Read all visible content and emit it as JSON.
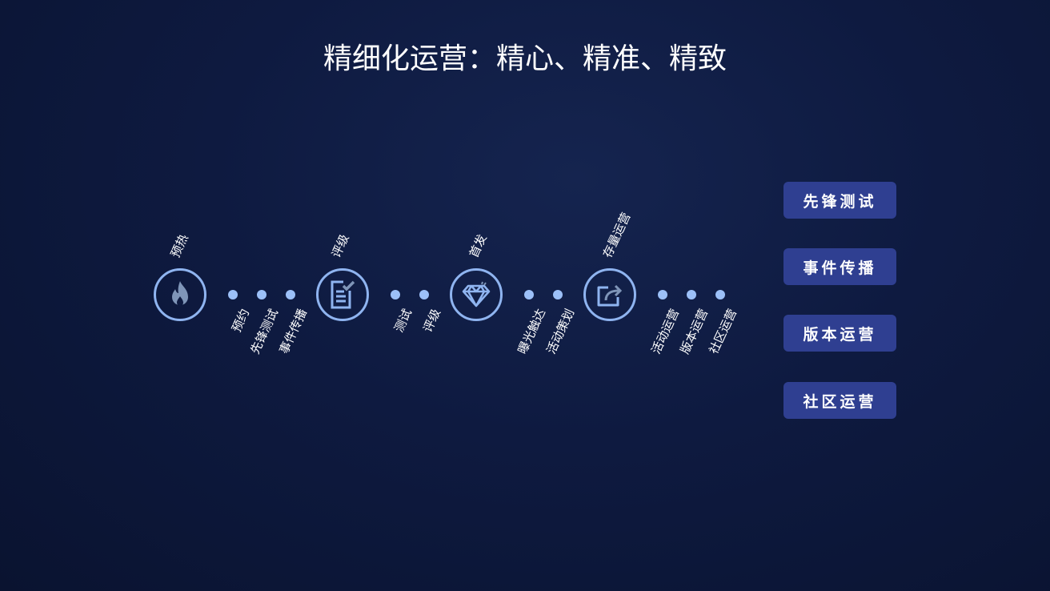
{
  "title": "精细化运营：精心、精准、精致",
  "stages": [
    {
      "label": "预热",
      "icon": "flame-icon",
      "items": [
        "预约",
        "先锋测试",
        "事件传播"
      ]
    },
    {
      "label": "评级",
      "icon": "document-check-icon",
      "items": [
        "测试",
        "评级"
      ]
    },
    {
      "label": "首发",
      "icon": "diamond-icon",
      "items": [
        "曝光触达",
        "活动策划"
      ]
    },
    {
      "label": "存量运营",
      "icon": "share-icon",
      "items": [
        "活动运营",
        "版本运营",
        "社区运营"
      ]
    }
  ],
  "buttons": [
    "先锋测试",
    "事件传播",
    "版本运营",
    "社区运营"
  ],
  "colors": {
    "accent": "#8fb4f0",
    "button": "#2f3f91"
  }
}
